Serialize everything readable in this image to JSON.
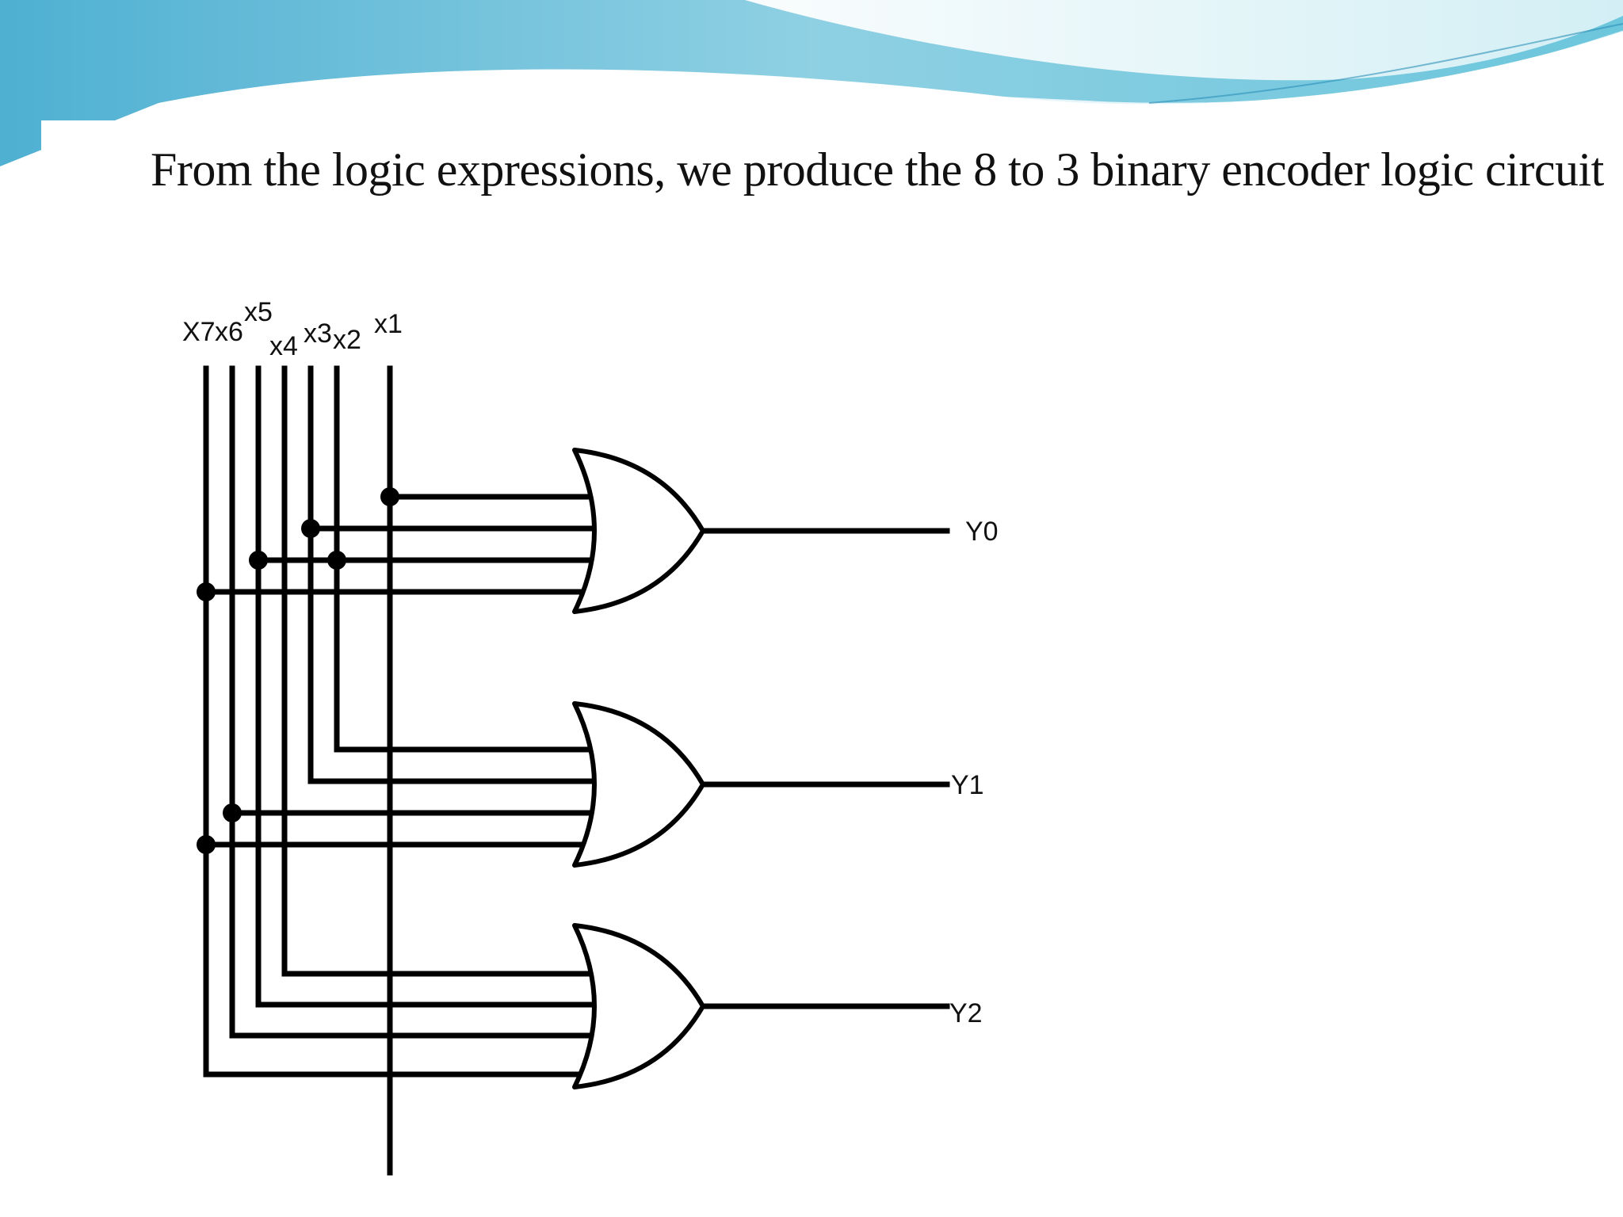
{
  "slide": {
    "title": "From the logic expressions, we produce the 8 to 3 binary encoder logic circuit"
  },
  "colors": {
    "banner_dark": "#5fb6d6",
    "banner_light": "#bfe7ef",
    "wire": "#000000"
  },
  "inputs": [
    {
      "label": "X7"
    },
    {
      "label": "x6"
    },
    {
      "label": "x5"
    },
    {
      "label": "x4"
    },
    {
      "label": "x3"
    },
    {
      "label": "x2"
    },
    {
      "label": "x1"
    }
  ],
  "outputs": [
    {
      "label": "Y0"
    },
    {
      "label": "Y1"
    },
    {
      "label": "Y2"
    }
  ],
  "gates": [
    {
      "type": "OR",
      "output": "Y0",
      "inputs": [
        "x1",
        "x3",
        "x5",
        "X7"
      ]
    },
    {
      "type": "OR",
      "output": "Y1",
      "inputs": [
        "x2",
        "x3",
        "x6",
        "X7"
      ]
    },
    {
      "type": "OR",
      "output": "Y2",
      "inputs": [
        "x4",
        "x5",
        "x6",
        "X7"
      ]
    }
  ]
}
